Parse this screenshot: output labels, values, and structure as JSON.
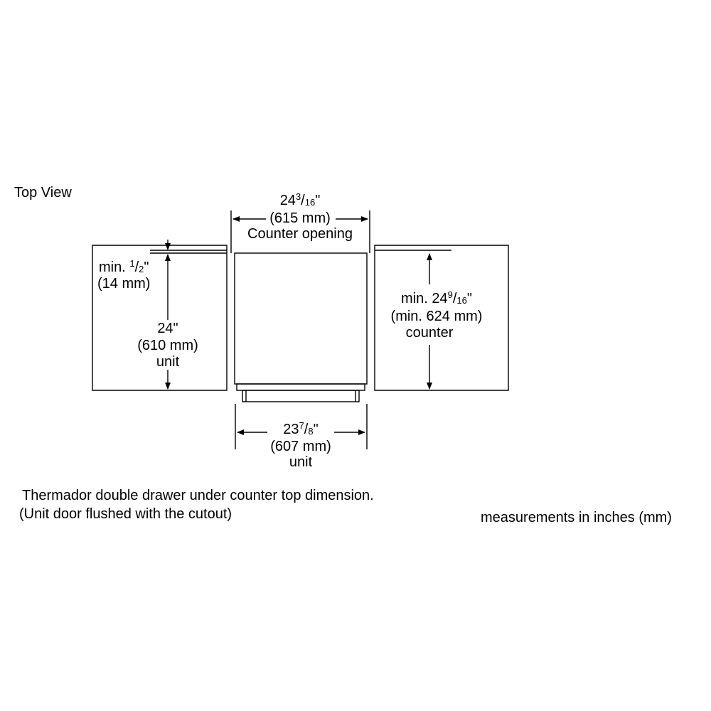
{
  "view_label": "Top View",
  "counter_opening": {
    "whole": "24",
    "num": "3",
    "den": "16",
    "mark": "\"",
    "metric": "(615 mm)",
    "label": "Counter opening"
  },
  "min_gap": {
    "prefix": "min.",
    "num": "1",
    "den": "2",
    "mark": "\"",
    "metric": "(14 mm)"
  },
  "unit_depth": {
    "imperial": "24\"",
    "metric": "(610 mm)",
    "label": "unit"
  },
  "counter_depth": {
    "prefix": "min.",
    "whole": "24",
    "num": "9",
    "den": "16",
    "mark": "\"",
    "metric": "(min. 624 mm)",
    "label": "counter"
  },
  "unit_width": {
    "whole": "23",
    "num": "7",
    "den": "8",
    "mark": "\"",
    "metric": "(607 mm)",
    "label": "unit"
  },
  "caption": {
    "line1": "Thermador double drawer under counter top dimension.",
    "line2": "(Unit door flushed with the cutout)"
  },
  "units_note": "measurements in inches (mm)"
}
